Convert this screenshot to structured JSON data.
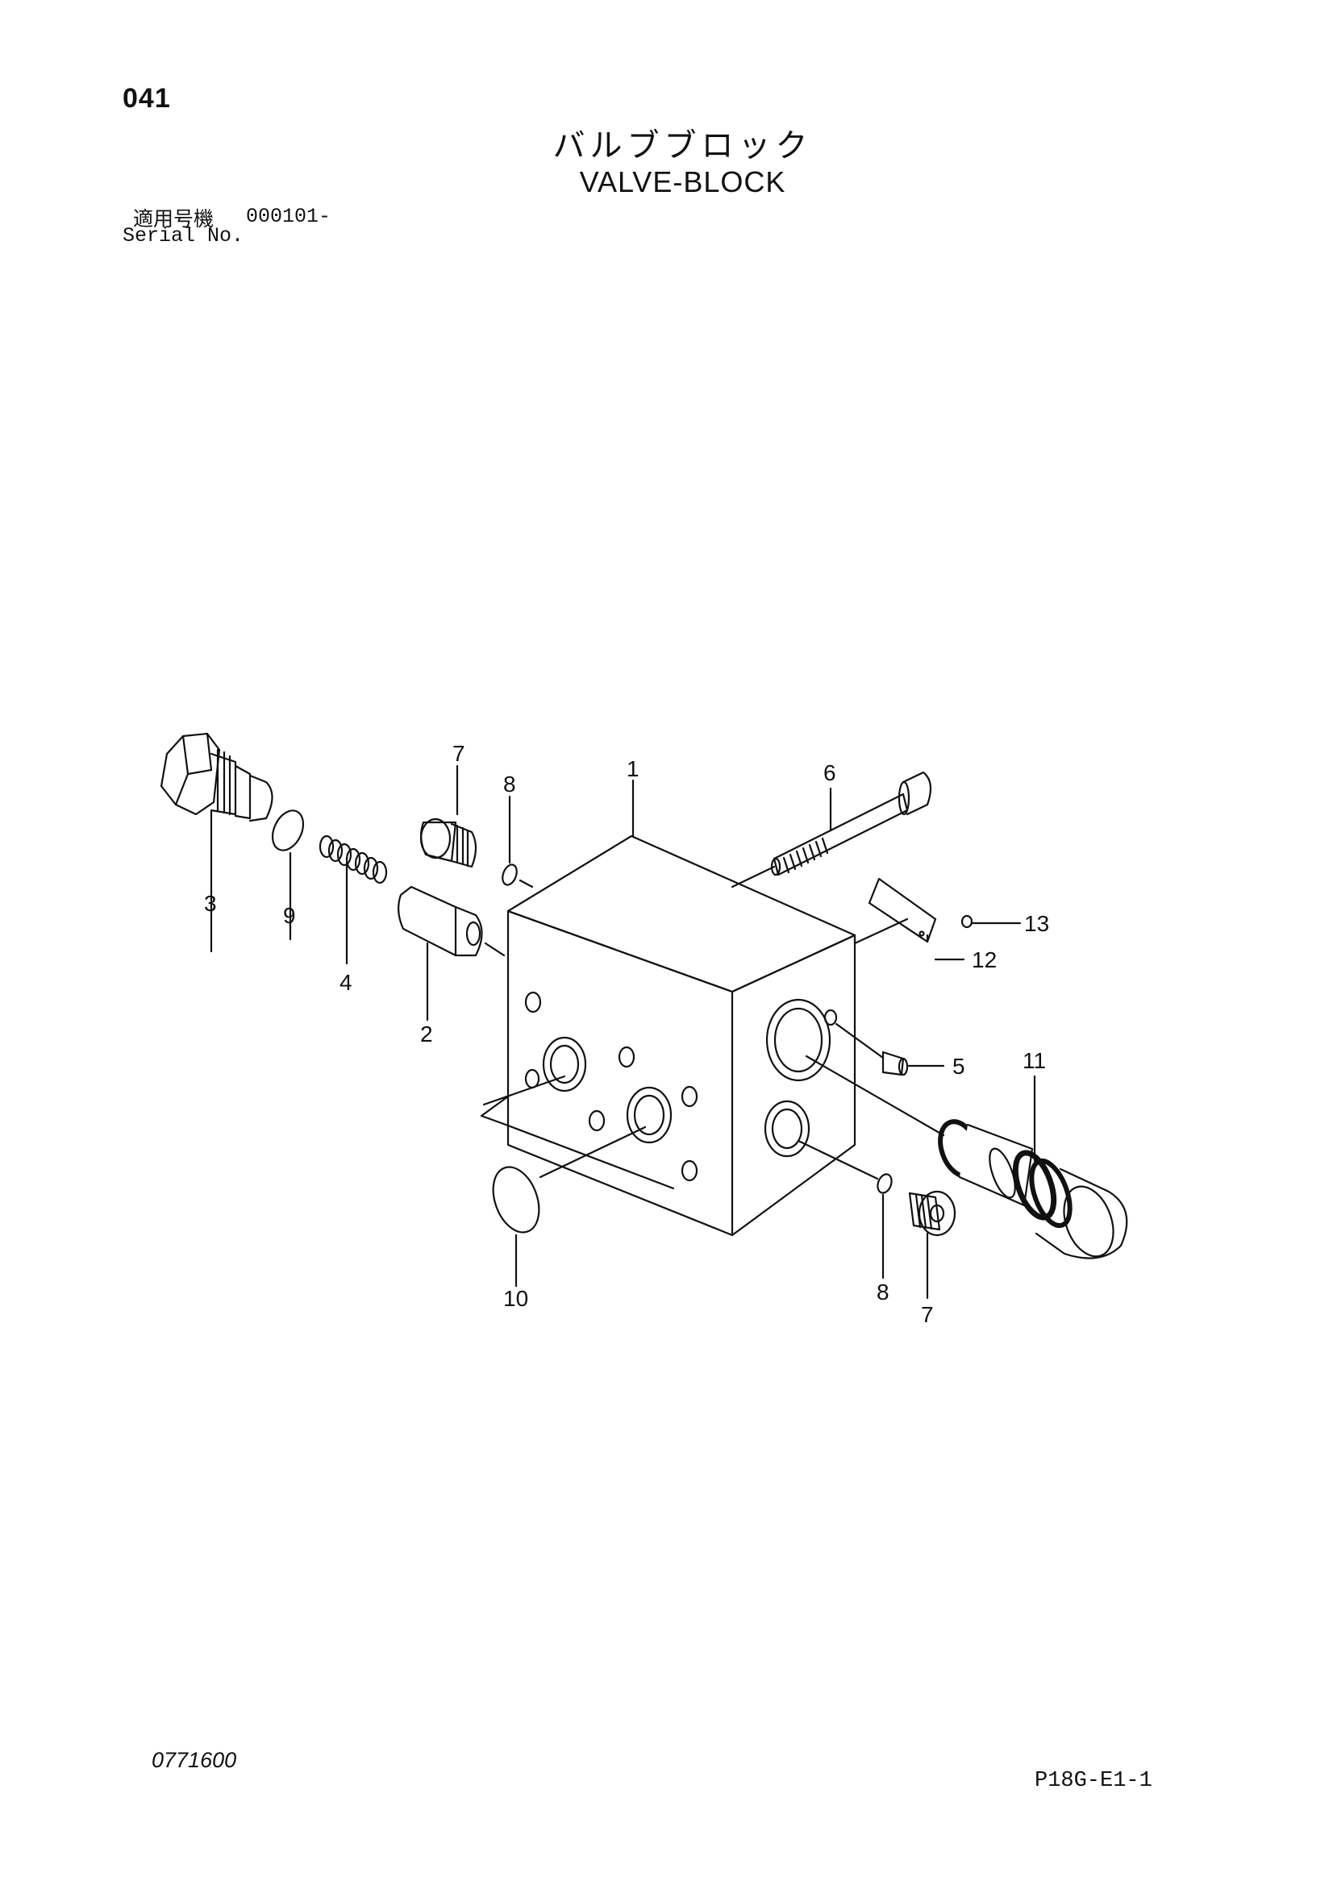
{
  "header": {
    "page_number": "041",
    "title_jp": "バルブブロック",
    "title_en": "VALVE-BLOCK",
    "serial_label_jp": "適用号機",
    "serial_code": "000101-",
    "serial_label_en": "Serial No."
  },
  "diagram": {
    "callouts": {
      "c1": "1",
      "c2": "2",
      "c3": "3",
      "c4": "4",
      "c5": "5",
      "c6": "6",
      "c7a": "7",
      "c8a": "8",
      "c9": "9",
      "c10": "10",
      "c11": "11",
      "c12": "12",
      "c13": "13",
      "c8b": "8",
      "c7b": "7"
    }
  },
  "footer": {
    "drawing_code": "0771600",
    "sheet_code": "P18G-E1-1"
  },
  "colors": {
    "ink": "#111111",
    "paper": "#ffffff"
  }
}
